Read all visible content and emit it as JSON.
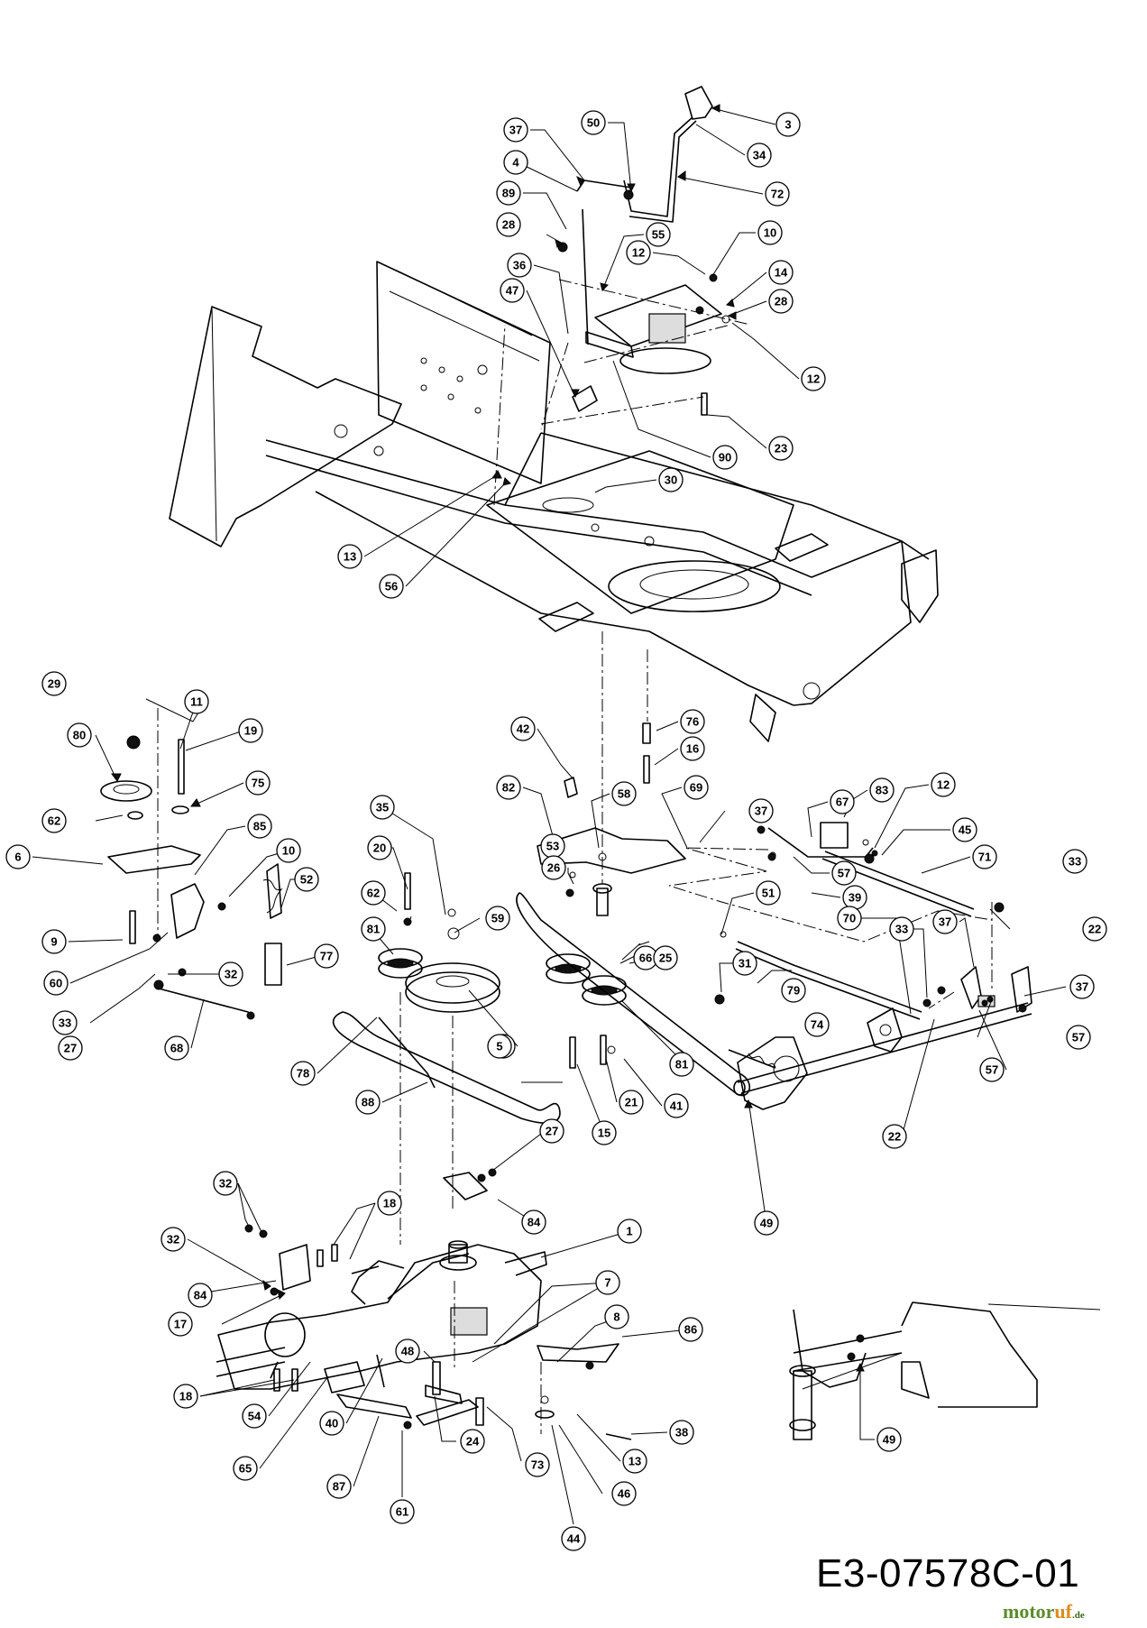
{
  "drawing": {
    "code": "E3-07578C-01"
  },
  "watermark": {
    "part1": "motor",
    "part2": "uf",
    "tld": ".de"
  },
  "callouts": [
    {
      "id": "c-3",
      "label": "3"
    },
    {
      "id": "c-34",
      "label": "34"
    },
    {
      "id": "c-72",
      "label": "72"
    },
    {
      "id": "c-37a",
      "label": "37"
    },
    {
      "id": "c-50",
      "label": "50"
    },
    {
      "id": "c-4",
      "label": "4"
    },
    {
      "id": "c-89",
      "label": "89"
    },
    {
      "id": "c-28a",
      "label": "28"
    },
    {
      "id": "c-55",
      "label": "55"
    },
    {
      "id": "c-10a",
      "label": "10"
    },
    {
      "id": "c-12a",
      "label": "12"
    },
    {
      "id": "c-14",
      "label": "14"
    },
    {
      "id": "c-28b",
      "label": "28"
    },
    {
      "id": "c-36",
      "label": "36"
    },
    {
      "id": "c-47",
      "label": "47"
    },
    {
      "id": "c-12b",
      "label": "12"
    },
    {
      "id": "c-23",
      "label": "23"
    },
    {
      "id": "c-90",
      "label": "90"
    },
    {
      "id": "c-30",
      "label": "30"
    },
    {
      "id": "c-13a",
      "label": "13"
    },
    {
      "id": "c-56",
      "label": "56"
    },
    {
      "id": "c-29",
      "label": "29"
    },
    {
      "id": "c-11",
      "label": "11"
    },
    {
      "id": "c-19",
      "label": "19"
    },
    {
      "id": "c-80",
      "label": "80"
    },
    {
      "id": "c-75",
      "label": "75"
    },
    {
      "id": "c-62a",
      "label": "62"
    },
    {
      "id": "c-85",
      "label": "85"
    },
    {
      "id": "c-6",
      "label": "6"
    },
    {
      "id": "c-10b",
      "label": "10"
    },
    {
      "id": "c-52",
      "label": "52"
    },
    {
      "id": "c-9",
      "label": "9"
    },
    {
      "id": "c-60",
      "label": "60"
    },
    {
      "id": "c-33a",
      "label": "33"
    },
    {
      "id": "c-32a",
      "label": "32"
    },
    {
      "id": "c-77",
      "label": "77"
    },
    {
      "id": "c-27a",
      "label": "27"
    },
    {
      "id": "c-68",
      "label": "68"
    },
    {
      "id": "c-42",
      "label": "42"
    },
    {
      "id": "c-76",
      "label": "76"
    },
    {
      "id": "c-16",
      "label": "16"
    },
    {
      "id": "c-35",
      "label": "35"
    },
    {
      "id": "c-58",
      "label": "58"
    },
    {
      "id": "c-82a",
      "label": "82"
    },
    {
      "id": "c-69",
      "label": "69"
    },
    {
      "id": "c-37b",
      "label": "37"
    },
    {
      "id": "c-67",
      "label": "67"
    },
    {
      "id": "c-83",
      "label": "83"
    },
    {
      "id": "c-12c",
      "label": "12"
    },
    {
      "id": "c-45",
      "label": "45"
    },
    {
      "id": "c-20",
      "label": "20"
    },
    {
      "id": "c-53",
      "label": "53"
    },
    {
      "id": "c-57a",
      "label": "57"
    },
    {
      "id": "c-71",
      "label": "71"
    },
    {
      "id": "c-33b",
      "label": "33"
    },
    {
      "id": "c-62b",
      "label": "62"
    },
    {
      "id": "c-26",
      "label": "26"
    },
    {
      "id": "c-51",
      "label": "51"
    },
    {
      "id": "c-39",
      "label": "39"
    },
    {
      "id": "c-22a",
      "label": "22"
    },
    {
      "id": "c-59",
      "label": "59"
    },
    {
      "id": "c-66",
      "label": "66"
    },
    {
      "id": "c-81a",
      "label": "81"
    },
    {
      "id": "c-25",
      "label": "25"
    },
    {
      "id": "c-70",
      "label": "70"
    },
    {
      "id": "c-33c",
      "label": "33"
    },
    {
      "id": "c-37c",
      "label": "37"
    },
    {
      "id": "c-31",
      "label": "31"
    },
    {
      "id": "c-79",
      "label": "79"
    },
    {
      "id": "c-37d",
      "label": "37"
    },
    {
      "id": "c-81b",
      "label": "81"
    },
    {
      "id": "c-74",
      "label": "74"
    },
    {
      "id": "c-57b",
      "label": "57"
    },
    {
      "id": "c-5",
      "label": "5"
    },
    {
      "id": "c-78",
      "label": "78"
    },
    {
      "id": "c-81c",
      "label": "81"
    },
    {
      "id": "c-88",
      "label": "88"
    },
    {
      "id": "c-57c",
      "label": "57"
    },
    {
      "id": "c-15",
      "label": "15"
    },
    {
      "id": "c-21",
      "label": "21"
    },
    {
      "id": "c-41",
      "label": "41"
    },
    {
      "id": "c-22b",
      "label": "22"
    },
    {
      "id": "c-49a",
      "label": "49"
    },
    {
      "id": "c-27b",
      "label": "27"
    },
    {
      "id": "c-32b",
      "label": "32"
    },
    {
      "id": "c-18a",
      "label": "18"
    },
    {
      "id": "c-84a",
      "label": "84"
    },
    {
      "id": "c-1",
      "label": "1"
    },
    {
      "id": "c-32c",
      "label": "32"
    },
    {
      "id": "c-84b",
      "label": "84"
    },
    {
      "id": "c-7",
      "label": "7"
    },
    {
      "id": "c-17",
      "label": "17"
    },
    {
      "id": "c-8",
      "label": "8"
    },
    {
      "id": "c-86",
      "label": "86"
    },
    {
      "id": "c-48",
      "label": "48"
    },
    {
      "id": "c-18b",
      "label": "18"
    },
    {
      "id": "c-54",
      "label": "54"
    },
    {
      "id": "c-40",
      "label": "40"
    },
    {
      "id": "c-38",
      "label": "38"
    },
    {
      "id": "c-13b",
      "label": "13"
    },
    {
      "id": "c-65",
      "label": "65"
    },
    {
      "id": "c-87",
      "label": "87"
    },
    {
      "id": "c-24",
      "label": "24"
    },
    {
      "id": "c-73",
      "label": "73"
    },
    {
      "id": "c-46",
      "label": "46"
    },
    {
      "id": "c-61",
      "label": "61"
    },
    {
      "id": "c-44",
      "label": "44"
    },
    {
      "id": "c-49b",
      "label": "49"
    }
  ]
}
